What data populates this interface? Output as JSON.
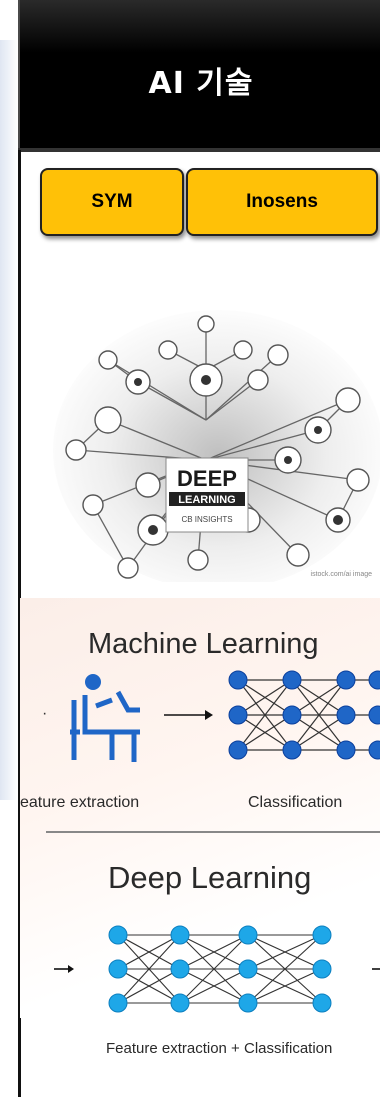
{
  "header": {
    "title": "AI 기술"
  },
  "buttons": {
    "sym_label": "SYM",
    "inosens_label": "Inosens"
  },
  "deep_learning_map": {
    "word1": "DEEP",
    "word2": "LEARNING",
    "brand": "CB INSIGHTS",
    "credit": "istock.com/ai image"
  },
  "ml_diagram": {
    "title": "Machine Learning",
    "caption_left": "eature extraction",
    "caption_right": "Classification"
  },
  "dl_diagram": {
    "title": "Deep Learning",
    "caption": "Feature extraction + Classification"
  },
  "colors": {
    "accent": "#ffc107",
    "node": "#1ea7e8",
    "node_dark": "#1f66c7",
    "header_bg": "#000000"
  }
}
